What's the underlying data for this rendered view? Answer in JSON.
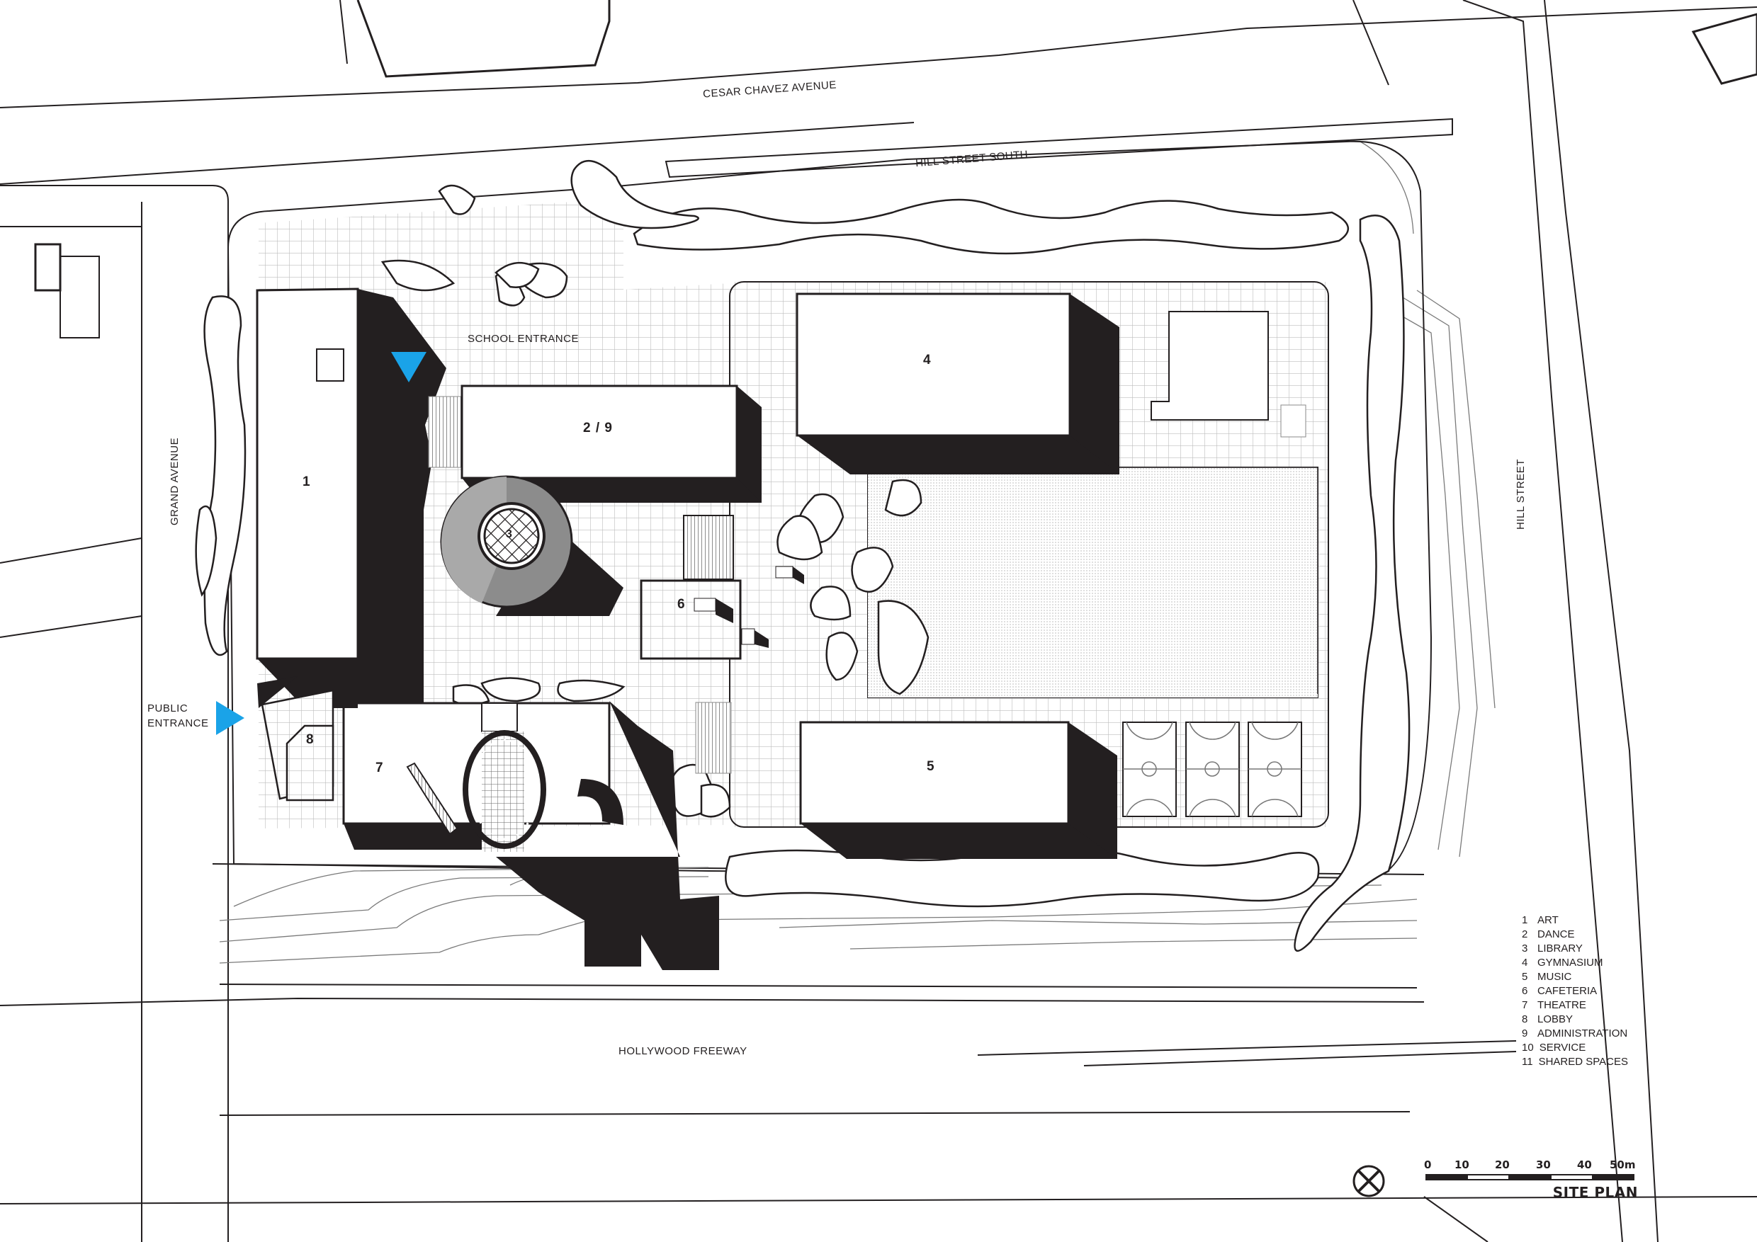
{
  "drawing": {
    "title": "SITE PLAN",
    "accent_color": "#1aa3e8",
    "ink_color": "#231f20",
    "grid_color": "#b8b8b8"
  },
  "streets": {
    "north_primary": "CESAR CHAVEZ AVENUE",
    "north_secondary": "HILL STREET SOUTH",
    "west": "GRAND AVENUE",
    "east": "HILL STREET",
    "south": "HOLLYWOOD FREEWAY"
  },
  "entrances": {
    "school": "SCHOOL ENTRANCE",
    "public_line1": "PUBLIC",
    "public_line2": "ENTRANCE"
  },
  "buildings": {
    "b1": "1",
    "b29": "2 / 9",
    "b3": "3",
    "b4": "4",
    "b5": "5",
    "b6": "6",
    "b7": "7",
    "b8": "8"
  },
  "legend": [
    {
      "num": "1",
      "label": "ART"
    },
    {
      "num": "2",
      "label": "DANCE"
    },
    {
      "num": "3",
      "label": "LIBRARY"
    },
    {
      "num": "4",
      "label": "GYMNASIUM"
    },
    {
      "num": "5",
      "label": "MUSIC"
    },
    {
      "num": "6",
      "label": "CAFETERIA"
    },
    {
      "num": "7",
      "label": "THEATRE"
    },
    {
      "num": "8",
      "label": "LOBBY"
    },
    {
      "num": "9",
      "label": "ADMINISTRATION"
    },
    {
      "num": "10",
      "label": "SERVICE"
    },
    {
      "num": "11",
      "label": "SHARED SPACES"
    }
  ],
  "scale_bar": {
    "ticks": [
      "0",
      "10",
      "20",
      "30",
      "40",
      "50m"
    ],
    "unit": "m",
    "max": 50
  },
  "north_symbol": "circle-x-north-marker"
}
